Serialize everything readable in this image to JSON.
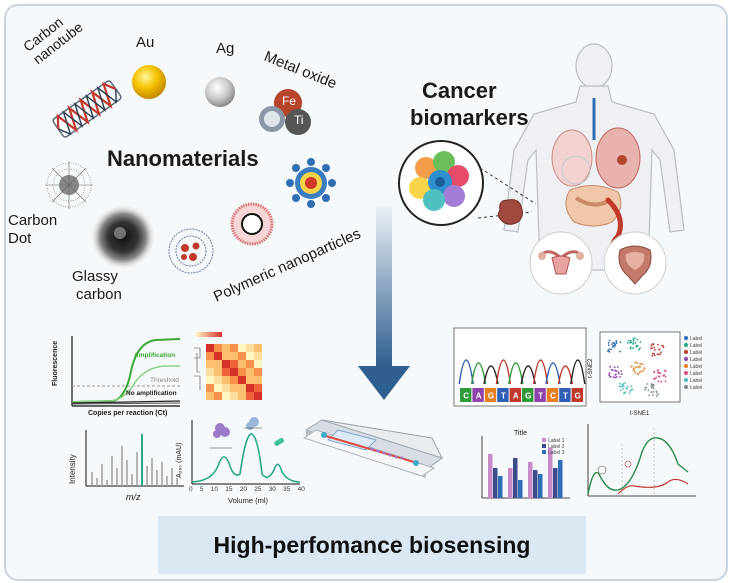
{
  "nanomaterials": {
    "title": "Nanomaterials",
    "carbon_nanotube": "Carbon\nnanotube",
    "au": "Au",
    "ag": "Ag",
    "metal_oxide": "Metal oxide",
    "fe": "Fe",
    "ti": "Ti",
    "carbon_dot_1": "Carbon",
    "carbon_dot_2": "Dot",
    "glassy_1": "Glassy",
    "glassy_2": "carbon",
    "polymeric": "Polymeric nanoparticles"
  },
  "biomarkers": {
    "title_1": "Cancer",
    "title_2": "biomarkers"
  },
  "charts": {
    "pcr": {
      "ylabel": "Fluorescence",
      "xlabel": "Copies per reaction (Ct)",
      "amplification": "Amplification",
      "threshold": "Threshold",
      "no_amplification": "No amplification"
    },
    "ms": {
      "ylabel": "Intensity",
      "xlabel": "m/z"
    },
    "chromatogram": {
      "xlabel": "Volume (ml)",
      "ylabel": "A₂₈₀ (mAU)",
      "ticks": [
        "0",
        "5",
        "10",
        "15",
        "20",
        "25",
        "30",
        "35",
        "40"
      ]
    },
    "sequence": {
      "bases": [
        "C",
        "A",
        "G",
        "T",
        "A",
        "G",
        "T",
        "C",
        "T",
        "G"
      ]
    },
    "tsne": {
      "xlabel": "t-SNE1",
      "ylabel": "t-SNE2",
      "legend": [
        "Label",
        "Label",
        "Label",
        "Label",
        "Label",
        "Label",
        "Label",
        "Label"
      ]
    },
    "bar": {
      "title": "Title",
      "legend": [
        "Label 1",
        "Label 2",
        "Label 3"
      ]
    }
  },
  "banner": {
    "text": "High-perfomance biosensing"
  },
  "colors": {
    "arrow": "#2f5f8f",
    "banner": "#dbe8f3",
    "amplification": "#3aa832",
    "frame": "#c9d4de"
  }
}
